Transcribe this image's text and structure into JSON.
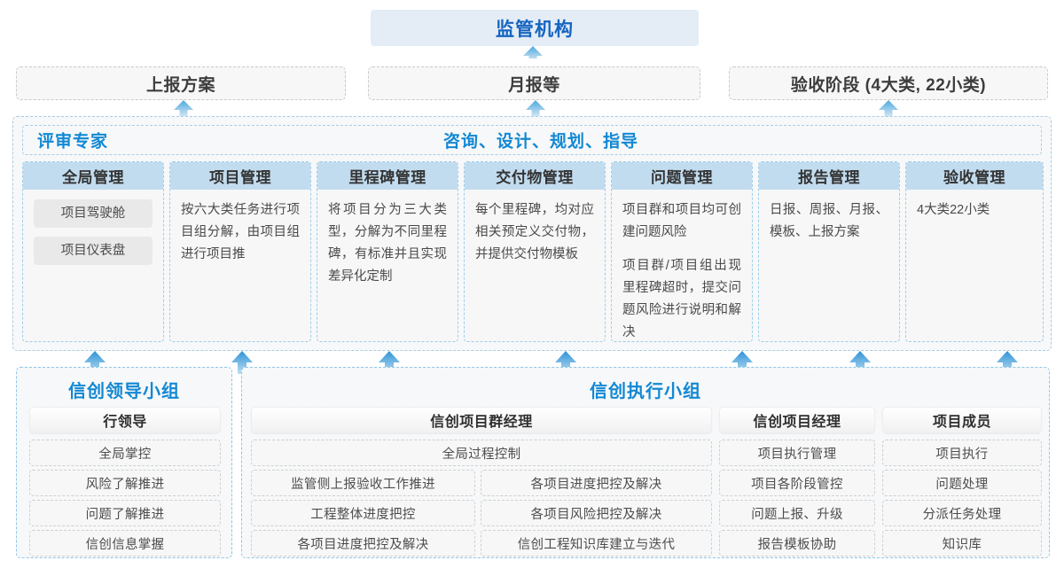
{
  "colors": {
    "brand_blue": "#1288d4",
    "title_blue": "#1565c0",
    "card_header": "#c2dcef",
    "arrow_light": "#9ecdea",
    "arrow_dark": "#2f93d6",
    "band_border": "#a8cde8"
  },
  "top": {
    "regulator": "监管机构",
    "submissions": [
      {
        "label": "上报方案"
      },
      {
        "label": "月报等"
      },
      {
        "label": "验收阶段 (4大类, 22小类)"
      }
    ]
  },
  "band": {
    "left_label": "评审专家",
    "center_label": "咨询、设计、规划、指导"
  },
  "management_cards": [
    {
      "title": "全局管理",
      "pills": [
        "项目驾驶舱",
        "项目仪表盘"
      ],
      "paragraphs": []
    },
    {
      "title": "项目管理",
      "pills": [],
      "paragraphs": [
        "按六大类任务进行项目组分解，由项目组进行项目推"
      ]
    },
    {
      "title": "里程碑管理",
      "pills": [],
      "paragraphs": [
        "将项目分为三大类型，分解为不同里程碑，有标准并且实现差异化定制"
      ]
    },
    {
      "title": "交付物管理",
      "pills": [],
      "paragraphs": [
        "每个里程碑，均对应相关预定义交付物，并提供交付物模板"
      ]
    },
    {
      "title": "问题管理",
      "pills": [],
      "paragraphs": [
        "项目群和项目均可创建问题风险",
        "项目群/项目组出现里程碑超时，提交问题风险进行说明和解决"
      ]
    },
    {
      "title": "报告管理",
      "pills": [],
      "paragraphs": [
        "日报、周报、月报、模板、上报方案"
      ]
    },
    {
      "title": "验收管理",
      "pills": [],
      "paragraphs": [
        "4大类22小类"
      ]
    }
  ],
  "bottom": {
    "leader_group": {
      "title": "信创领导小组",
      "role": "行领导",
      "tasks": [
        "全局掌控",
        "风险了解推进",
        "问题了解推进",
        "信创信息掌握"
      ]
    },
    "exec_group": {
      "title": "信创执行小组",
      "columns": [
        {
          "role": "信创项目群经理",
          "full_width_task": "全局过程控制",
          "left_tasks": [
            "监管侧上报验收工作推进",
            "工程整体进度把控",
            "各项目进度把控及解决"
          ],
          "right_tasks": [
            "各项目进度把控及解决",
            "各项目风险把控及解决",
            "信创工程知识库建立与迭代"
          ]
        },
        {
          "role": "信创项目经理",
          "tasks": [
            "项目执行管理",
            "项目各阶段管控",
            "问题上报、升级",
            "报告模板协助"
          ]
        },
        {
          "role": "项目成员",
          "tasks": [
            "项目执行",
            "问题处理",
            "分派任务处理",
            "知识库"
          ]
        }
      ]
    }
  }
}
